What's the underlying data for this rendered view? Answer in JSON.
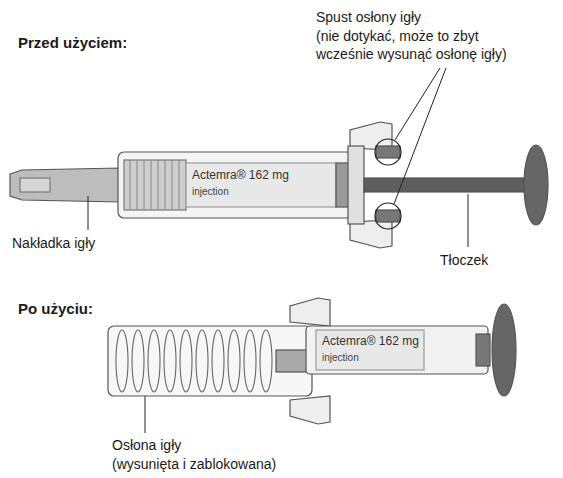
{
  "diagram": {
    "labels": [
      "Przed użyciem:",
      "Spust osłony igły",
      "(nie dotykać, może to zbyt wcześnie wysunąć osłonę igły)",
      "Nakładka igły",
      "Tłoczek",
      "Actemra® 162 mg",
      "injection",
      "Po użyciu:",
      "Actemra® 162 mg",
      "injection",
      "Osłona igły",
      "(wysunięta i zablokowana)"
    ]
  }
}
